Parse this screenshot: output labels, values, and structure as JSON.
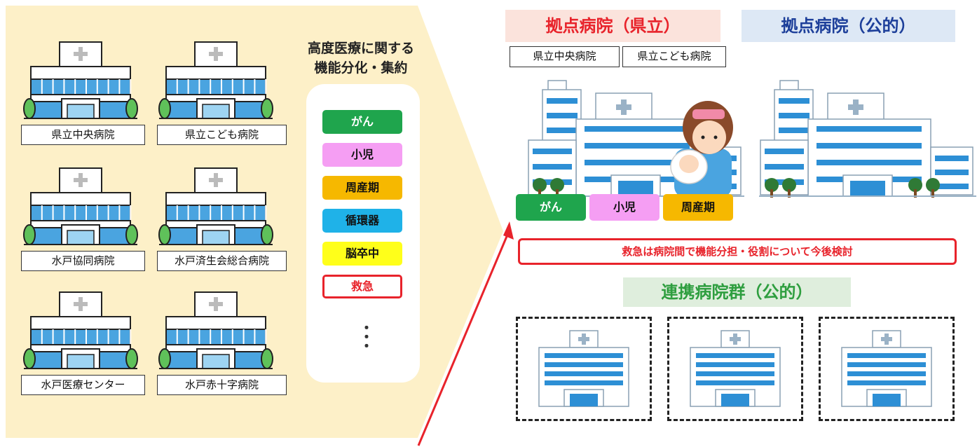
{
  "colors": {
    "panel_bg": "#fdf0c8",
    "cancer": "#1fa54d",
    "pediatric": "#f59ef3",
    "perinatal": "#f6b800",
    "cardio": "#1fb2e8",
    "stroke": "#ffff1a",
    "emergency_border": "#e8232b",
    "hub_pref_band": "#fbe3dc",
    "hub_public_band": "#dde8f5",
    "network_band": "#dfeedd"
  },
  "left_hospitals": [
    {
      "name": "県立中央病院"
    },
    {
      "name": "県立こども病院"
    },
    {
      "name": "水戸協同病院"
    },
    {
      "name": "水戸済生会総合病院"
    },
    {
      "name": "水戸医療センター"
    },
    {
      "name": "水戸赤十字病院"
    }
  ],
  "functions_heading": "高度医療に関する\n機能分化・集約",
  "functions": [
    {
      "label": "がん",
      "color": "#1fa54d",
      "text_color": "#ffffff"
    },
    {
      "label": "小児",
      "color": "#f59ef3",
      "text_color": "#111111"
    },
    {
      "label": "周産期",
      "color": "#f6b800",
      "text_color": "#111111"
    },
    {
      "label": "循環器",
      "color": "#1fb2e8",
      "text_color": "#111111"
    },
    {
      "label": "脳卒中",
      "color": "#ffff1a",
      "text_color": "#111111"
    },
    {
      "label": "救急",
      "color": "#ffffff",
      "text_color": "#e8232b"
    }
  ],
  "ellipsis": "・\n・\n・",
  "hub_pref": {
    "title": "拠点病院（県立）",
    "hospitals": [
      "県立中央病院",
      "県立こども病院"
    ],
    "categories": [
      "がん",
      "小児",
      "周産期"
    ]
  },
  "hub_public": {
    "title": "拠点病院（公的）"
  },
  "emergency_note": "救急は病院間で機能分担・役割について今後検討",
  "network": {
    "title": "連携病院群（公的）"
  }
}
